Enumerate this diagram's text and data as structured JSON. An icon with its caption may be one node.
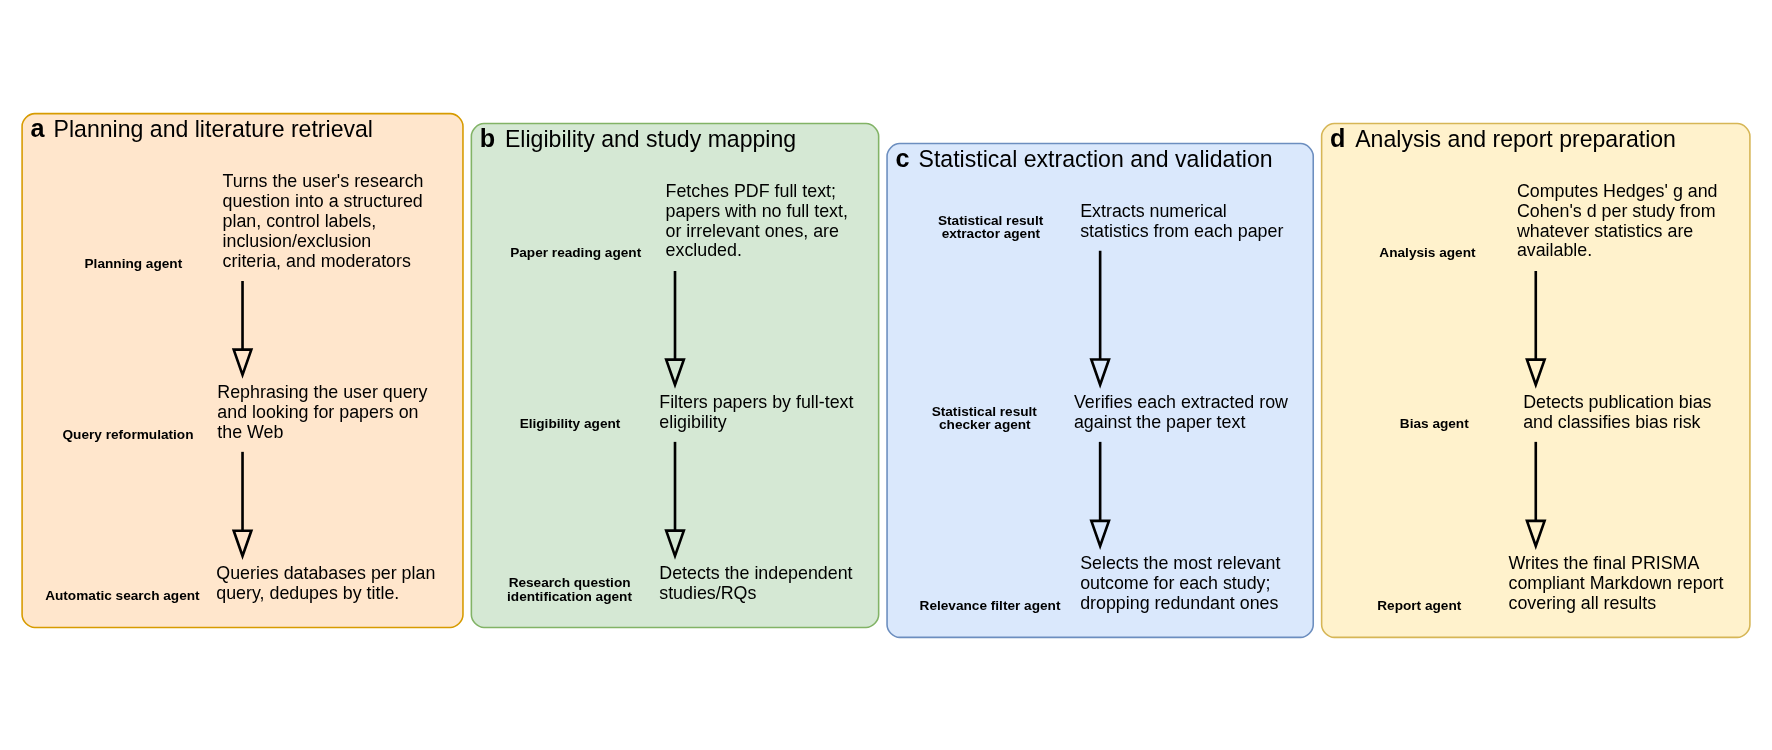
{
  "diagram": {
    "nodes": [
      {
        "text": [
          "a",
          "Planning and literature retrieval"
        ]
      },
      {
        "text": [
          "Planning agent",
          "Turns the user's research question into a structured plan, control labels, inclusion/exclusion criteria, and moderators"
        ],
        "in": 0
      },
      {
        "text": [
          "Query reformulation",
          "Rephrasing the user query and looking for papers on the Web"
        ],
        "in": 0
      },
      {
        "text": [
          "Automatic search agent",
          "Queries databases per plan query, dedupes by title."
        ],
        "in": 0
      },
      {
        "text": [
          "b",
          "Eligibility and study mapping"
        ]
      },
      {
        "text": [
          "Paper reading agent",
          "Fetches PDF full text; papers with no full text, or irrelevant ones, are excluded."
        ],
        "in": 4
      },
      {
        "text": [
          "Eligibility agent",
          "Filters papers by full-text eligibility"
        ],
        "in": 4
      },
      {
        "text": [
          "Research question identification agent",
          "Detects the independent studies/RQs"
        ],
        "in": 4
      },
      {
        "text": [
          "c",
          "Statistical extraction and validation"
        ]
      },
      {
        "text": [
          "Statistical result extractor agent",
          "Extracts numerical statistics from each paper"
        ],
        "in": 8
      },
      {
        "text": [
          "Statistical result checker agent",
          "Verifies each extracted row against the paper text"
        ],
        "in": 8
      },
      {
        "text": [
          "Relevance filter agent",
          "Selects the most relevant outcome for each study; dropping redundant ones"
        ],
        "in": 8
      },
      {
        "text": [
          "d",
          "Analysis and report preparation"
        ]
      },
      {
        "text": [
          "Analysis agent",
          "Computes Hedges' g and Cohen's d per study from whatever statistics are available."
        ],
        "in": 12
      },
      {
        "text": [
          "Bias agent",
          "Detects publication bias and classifies bias risk"
        ],
        "in": 12
      },
      {
        "text": [
          "Report agent",
          "Writes the final PRISMA compliant Markdown report covering all results"
        ],
        "in": 12
      }
    ],
    "edges": [
      {
        "from": 1,
        "to": 2,
        "arrow": "to"
      },
      {
        "from": 2,
        "to": 3,
        "arrow": "to"
      },
      {
        "from": 5,
        "to": 6,
        "arrow": "to"
      },
      {
        "from": 6,
        "to": 7,
        "arrow": "to"
      },
      {
        "from": 9,
        "to": 10,
        "arrow": "to"
      },
      {
        "from": 10,
        "to": 11,
        "arrow": "to"
      },
      {
        "from": 13,
        "to": 14,
        "arrow": "to"
      },
      {
        "from": 14,
        "to": 15,
        "arrow": "to"
      }
    ]
  }
}
